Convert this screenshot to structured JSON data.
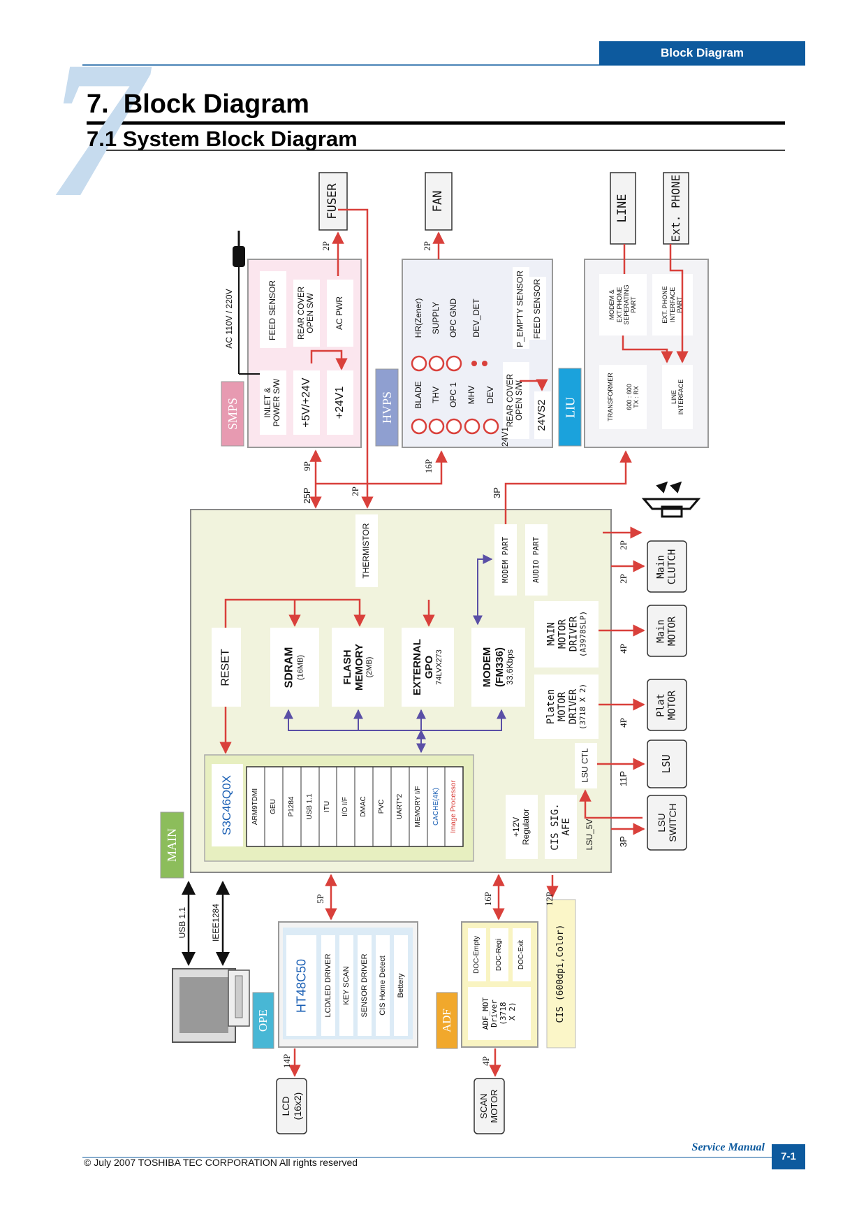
{
  "header": {
    "tab_label": "Block Diagram",
    "chapter_number": "7",
    "title": "7.  Block Diagram",
    "subtitle": "7.1 System Block Diagram"
  },
  "colors": {
    "header_tab": "#0d5a9e",
    "chapter_number": "#c6dbee",
    "arrow_red": "#d9403b",
    "arrow_purple": "#5a4fa6",
    "smps": "#e79ab1",
    "hvps": "#8f9fd0",
    "liu": "#1ba2dc",
    "main_tag": "#8cbd5b",
    "main_board": "#f1f3dd",
    "cpu_block": "#e7efc0",
    "ope_tag": "#48b7d5",
    "adf_tag": "#f1a82c",
    "adf_block": "#f9f4c2",
    "cis_block": "#fbf6c8"
  },
  "top_devices": {
    "fuser": "FUSER",
    "fan": "FAN",
    "line": "LINE",
    "ext_phone": "Ext. PHONE"
  },
  "smps": {
    "tag": "SMPS",
    "ac_input": "AC 110V / 220V",
    "feed_sensor": "FEED SENSOR",
    "rear_cover": "REAR COVER\nOPEN S/W",
    "ac_pwr": "AC PWR",
    "inlet": "INLET &\nPOWER S/W",
    "v5_24": "+5V/+24V",
    "v24_1": "+24V1"
  },
  "hvps": {
    "tag": "HVPS",
    "top_labels": [
      "HR(Zener)",
      "SUPPLY",
      "OPC GND",
      "DEV_DET"
    ],
    "bottom_labels": [
      "BLADE",
      "THV",
      "OPC 1",
      "MHV",
      "DEV"
    ],
    "p_empty": "P_EMPTY SENSOR",
    "feed_sensor": "FEED SENSOR",
    "rear_cover": "REAR COVER\nOPEN S/W",
    "v24_1": "24V1",
    "v24_s2": "24VS2"
  },
  "liu": {
    "tag": "LIU",
    "modem_sep": "MODEM &\nEXT.PHONE\nSEPERATING\nPART",
    "ext_phone_if": "EXT. PHONE\nINTERFACE\nPART",
    "transformer": "TRANSFORMER",
    "ratio": "600 : 600\nTX : RX",
    "line_if": "LINE\nINTERFACE"
  },
  "connectors": {
    "fuser_2p": "2P",
    "fan_2p": "2P",
    "smps_9p": "9P",
    "smps_25p": "25P",
    "fuser_2p_main": "2P",
    "hvps_16p": "16P",
    "liu_3p": "3P",
    "clutch_2p_a": "2P",
    "clutch_2p_b": "2P",
    "motor_4p": "4P",
    "plat_4p": "4P",
    "lsu_11p": "11P",
    "switch_3p": "3P",
    "ope_5p": "5P",
    "adf_16p": "16P",
    "cis_12p": "12P",
    "lcd_14p": "14P",
    "scan_4p": "4P"
  },
  "main": {
    "tag": "MAIN",
    "thermistor": "THERMISTOR",
    "modem_part": "MODEM PART",
    "audio_part": "AUDIO PART",
    "reset": "RESET",
    "sdram": "SDRAM",
    "sdram_sub": "(16MB)",
    "flash": "FLASH\nMEMORY",
    "flash_sub": "(2MB)",
    "ext_gpo": "EXTERNAL\nGPO",
    "ext_gpo_sub": "74LVX273",
    "modem": "MODEM\n(FM336)",
    "modem_sub": "33.6Kbps",
    "main_motor_drv": "MAIN\nMOTOR\nDRIVER",
    "main_motor_drv_sub": "(A3978SLP)",
    "platen_drv": "Platen\nMOTOR\nDRIVER",
    "platen_drv_sub": "(3718 X 2)",
    "lsu_ctl": "LSU CTL",
    "regulator": "+12V\nRegulator",
    "cis_afe": "CIS SIG.\nAFE",
    "lsu_5v": "LSU_5V",
    "cpu_name": "S3C46Q0X",
    "cpu_modules": [
      "ARM9TDMI",
      "GEU",
      "P1284",
      "USB 1.1",
      "ITU",
      "I/O I/F",
      "DMAC",
      "PVC",
      "UART*2",
      "MEMORY I/F",
      "CACHE(4K)",
      "Image Processor"
    ]
  },
  "right_devices": {
    "clutch": "Main\nCLUTCH",
    "main_motor": "Main\nMOTOR",
    "plat_motor": "Plat\nMOTOR",
    "lsu": "LSU",
    "lsu_switch": "LSU\nSWITCH"
  },
  "host": {
    "usb": "USB 1.1",
    "ieee": "IEEE1284"
  },
  "ope": {
    "tag": "OPE",
    "chip": "HT48C50",
    "items": [
      "LCD/LED DRIVER",
      "KEY SCAN",
      "SENSOR DRIVER",
      "CIS Home Detect",
      "Bettery"
    ]
  },
  "adf": {
    "tag": "ADF",
    "sensors": [
      "DOC-Empty",
      "DOC-Regi",
      "DOC-Exit"
    ],
    "driver": "ADF_MOT\nDriver\n(3718\n X 2)"
  },
  "cis": {
    "label": "CIS (600dpi,Color)"
  },
  "bottom_devices": {
    "lcd": "LCD\n(16x2)",
    "scan_motor": "SCAN\nMOTOR"
  },
  "footer": {
    "service_manual": "Service Manual",
    "page_number": "7-1",
    "copyright": "© July 2007 TOSHIBA TEC CORPORATION All rights reserved"
  }
}
